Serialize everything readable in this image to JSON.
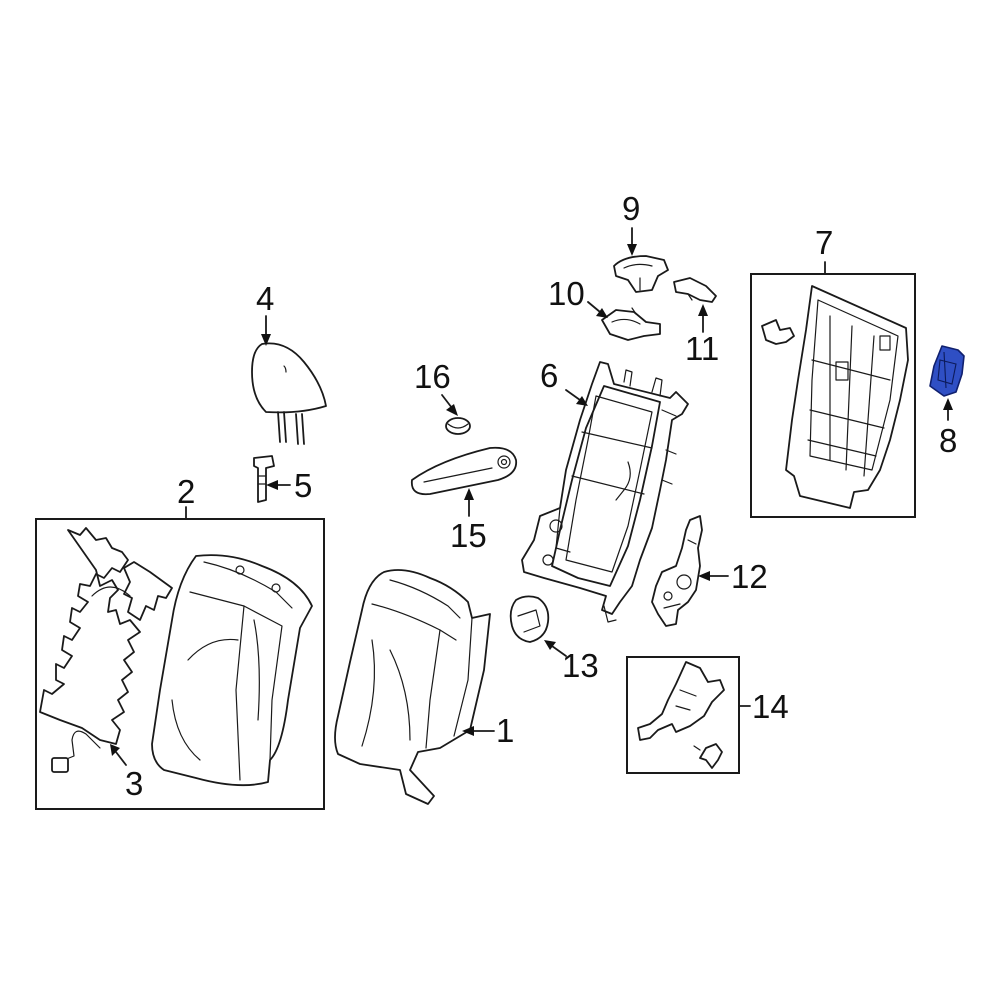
{
  "callouts": {
    "c1": "1",
    "c2": "2",
    "c3": "3",
    "c4": "4",
    "c5": "5",
    "c6": "6",
    "c7": "7",
    "c8": "8",
    "c9": "9",
    "c10": "10",
    "c11": "11",
    "c12": "12",
    "c13": "13",
    "c14": "14",
    "c15": "15",
    "c16": "16"
  },
  "colors": {
    "line": "#1a1a1a",
    "highlight_part": "#2f4fc4",
    "background": "#ffffff"
  },
  "highlighted_part": "8"
}
